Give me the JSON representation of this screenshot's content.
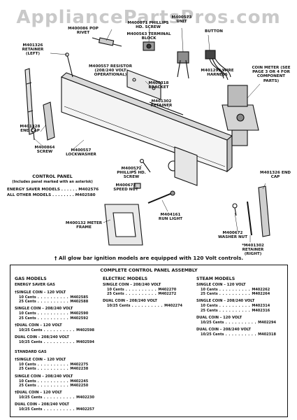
{
  "watermark": "AppliancePartsPros.com",
  "labels": {
    "phillips_screw_top": "M400071 PHILLIPS HD. SCREW",
    "terminal_block": "M400563 TERMINAL BLOCK",
    "pop_rivet": "M400086 POP RIVET",
    "retainer_left": "M401326 RETAINER (Left)",
    "resistor": "M400557 RESISTOR (208/240 Volt operational)",
    "unit": "M400573 UNIT",
    "button": "BUTTON",
    "wire_harness": "M401292 WIRE HARNESS",
    "bracket": "M400318 BRACKET",
    "retainer_mid": "M401302 RETAINER",
    "coin_meter": "COIN METER (See page 3 or 4 for component parts)",
    "end_cap_left": "M401328 END CAP",
    "screw": "M400864 SCREW",
    "lockwasher": "M400557 LOCKWASHER",
    "control_panel_title": "CONTROL PANEL",
    "control_panel_note": "(Includes panel marked with an asterisk)",
    "energy_saver_models": "ENERGY SAVER MODELS . . . . . . M402576",
    "all_other_models": "ALL OTHER MODELS . . . . . . . . M402580",
    "phillips_screw_mid": "M400572 PHILLIPS HD. SCREW",
    "speed_nut": "M400672 SPEED NUT",
    "run_light": "M404161 RUN LIGHT",
    "meter_frame": "M400132 METER FRAME",
    "end_cap_right": "M401326 END CAP",
    "washer_nut": "M400672 WASHER NUT",
    "retainer_right": "*M401302 RETAINER (Right)"
  },
  "footnote": "† All glow bar ignition models are equipped with 120 Volt controls.",
  "assembly": {
    "title": "COMPLETE CONTROL PANEL ASSEMBLY",
    "columns": [
      {
        "heading": "GAS MODELS",
        "groups": [
          {
            "heading": "ENERGY SAVER GAS",
            "rows": []
          },
          {
            "heading": "†SINGLE COIN – 120 VOLT",
            "rows": [
              {
                "label": "10 Cents",
                "part": "M402585"
              },
              {
                "label": "25 Cents",
                "part": "M402588"
              }
            ]
          },
          {
            "heading": "SINGLE COIN – 208/240 VOLT",
            "rows": [
              {
                "label": "10 Cents",
                "part": "M402590"
              },
              {
                "label": "25 Cents",
                "part": "M402592"
              }
            ]
          },
          {
            "heading": "†DUAL COIN – 120 VOLT",
            "rows": [
              {
                "label": "10/25 Cents",
                "part": "M402598"
              }
            ]
          },
          {
            "heading": "DUAL COIN – 208/240 VOLT",
            "rows": [
              {
                "label": "10/25 Cents",
                "part": "M402594"
              }
            ]
          },
          {
            "heading": "STANDARD GAS",
            "rows": []
          },
          {
            "heading": "†SINGLE COIN – 120 VOLT",
            "rows": [
              {
                "label": "10 Cents",
                "part": "M402275"
              },
              {
                "label": "25 Cents",
                "part": "M402238"
              }
            ]
          },
          {
            "heading": "SINGLE COIN – 208/240 VOLT",
            "rows": [
              {
                "label": "10 Cents",
                "part": "M402245"
              },
              {
                "label": "25 Cents",
                "part": "M402250"
              }
            ]
          },
          {
            "heading": "†DUAL COIN – 120 VOLT",
            "rows": [
              {
                "label": "10/25 Cents",
                "part": "M402230"
              }
            ]
          },
          {
            "heading": "DUAL COIN – 208/240 VOLT",
            "rows": [
              {
                "label": "10/25 Cents",
                "part": "M402257"
              }
            ]
          }
        ]
      },
      {
        "heading": "ELECTRIC MODELS",
        "groups": [
          {
            "heading": "SINGLE COIN – 208/240 VOLT",
            "rows": [
              {
                "label": "10 Cents",
                "part": "M402270"
              },
              {
                "label": "25 Cents",
                "part": "M402272"
              }
            ]
          },
          {
            "heading": "DUAL COIN – 208/240 VOLT",
            "rows": [
              {
                "label": "10/25 Cents",
                "part": "M402274"
              }
            ]
          }
        ]
      },
      {
        "heading": "STEAM MODELS",
        "groups": [
          {
            "heading": "SINGLE COIN – 120 VOLT",
            "rows": [
              {
                "label": "10 Cents",
                "part": "M402262"
              },
              {
                "label": "25 Cents",
                "part": "M402264"
              }
            ]
          },
          {
            "heading": "SINGLE COIN – 208/240 VOLT",
            "rows": [
              {
                "label": "10 Cents",
                "part": "M402314"
              },
              {
                "label": "25 Cents",
                "part": "M402316"
              }
            ]
          },
          {
            "heading": "DUAL COIN – 120 VOLT",
            "rows": [
              {
                "label": "10/25 Cents",
                "part": "M402294"
              }
            ]
          },
          {
            "heading": "DUAL COIN – 208/240 VOLT",
            "rows": [
              {
                "label": "10/25 Cents",
                "part": "M402318"
              }
            ]
          }
        ]
      }
    ]
  }
}
